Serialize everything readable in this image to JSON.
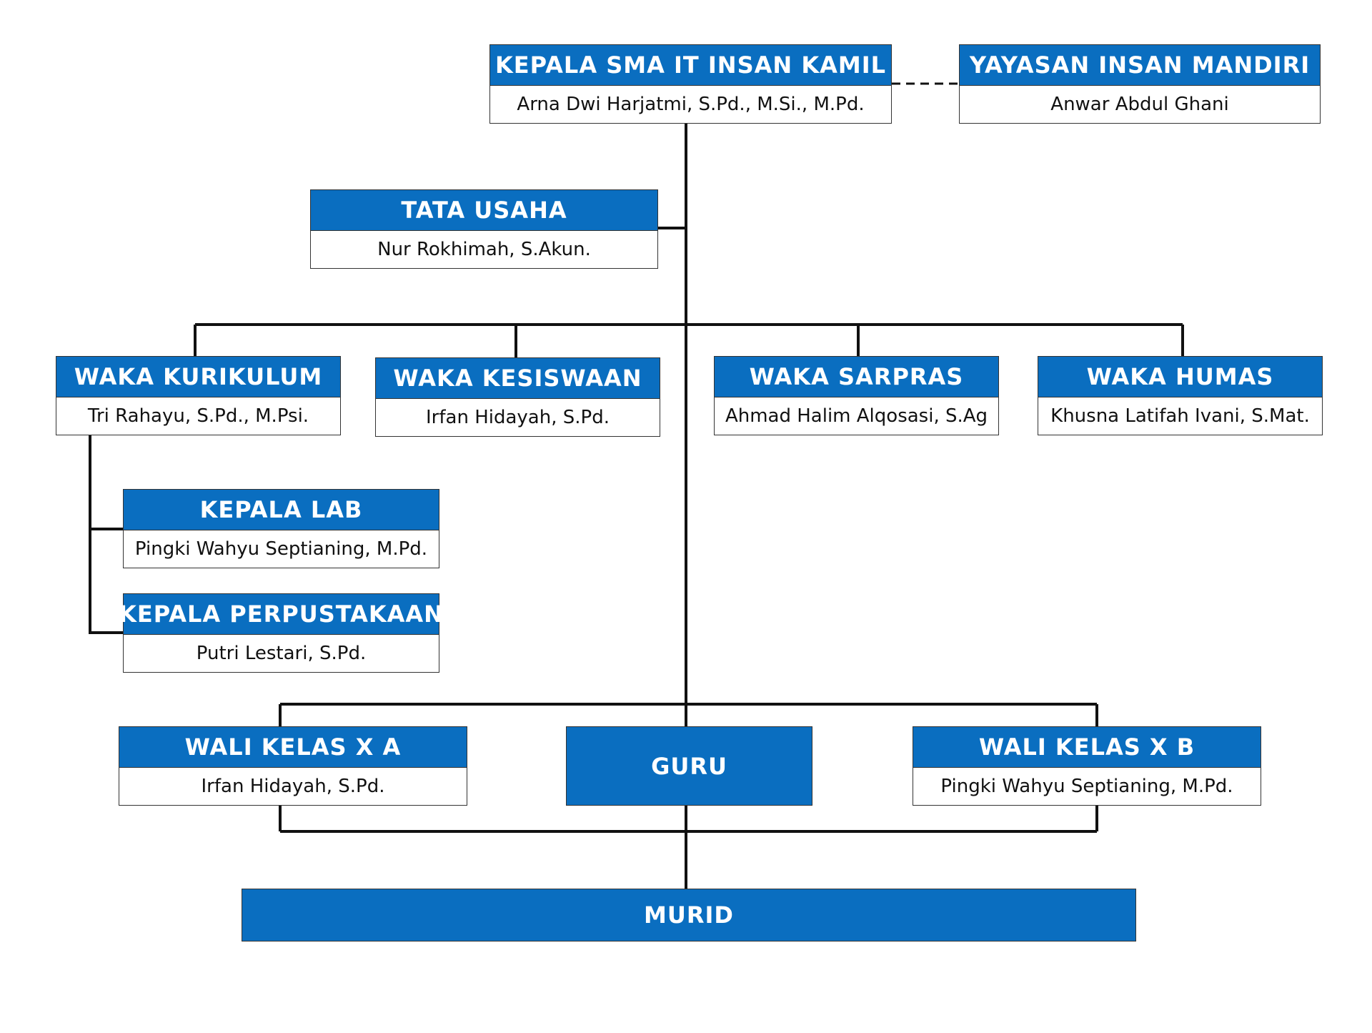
{
  "kepala": {
    "title": "KEPALA SMA IT INSAN KAMIL",
    "person": "Arna Dwi Harjatmi, S.Pd., M.Si., M.Pd."
  },
  "yayasan": {
    "title": "YAYASAN INSAN MANDIRI",
    "person": "Anwar Abdul Ghani"
  },
  "tata_usaha": {
    "title": "TATA USAHA",
    "person": "Nur Rokhimah, S.Akun."
  },
  "waka_kurikulum": {
    "title": "WAKA KURIKULUM",
    "person": "Tri Rahayu, S.Pd., M.Psi."
  },
  "waka_kesiswaan": {
    "title": "WAKA KESISWAAN",
    "person": "Irfan Hidayah, S.Pd."
  },
  "waka_sarpras": {
    "title": "WAKA SARPRAS",
    "person": "Ahmad Halim Alqosasi, S.Ag"
  },
  "waka_humas": {
    "title": "WAKA HUMAS",
    "person": "Khusna Latifah Ivani, S.Mat."
  },
  "kepala_lab": {
    "title": "KEPALA LAB",
    "person": "Pingki Wahyu Septianing, M.Pd."
  },
  "kepala_perpustakaan": {
    "title": "KEPALA PERPUSTAKAAN",
    "person": "Putri Lestari, S.Pd."
  },
  "wali_kelas_xa": {
    "title": "WALI KELAS X A",
    "person": "Irfan Hidayah, S.Pd."
  },
  "guru": {
    "title": "GURU"
  },
  "wali_kelas_xb": {
    "title": "WALI KELAS X B",
    "person": "Pingki Wahyu Septianing, M.Pd."
  },
  "murid": {
    "title": "MURID"
  },
  "colors": {
    "header_blue": "#0a6ec0",
    "line": "#111111"
  }
}
